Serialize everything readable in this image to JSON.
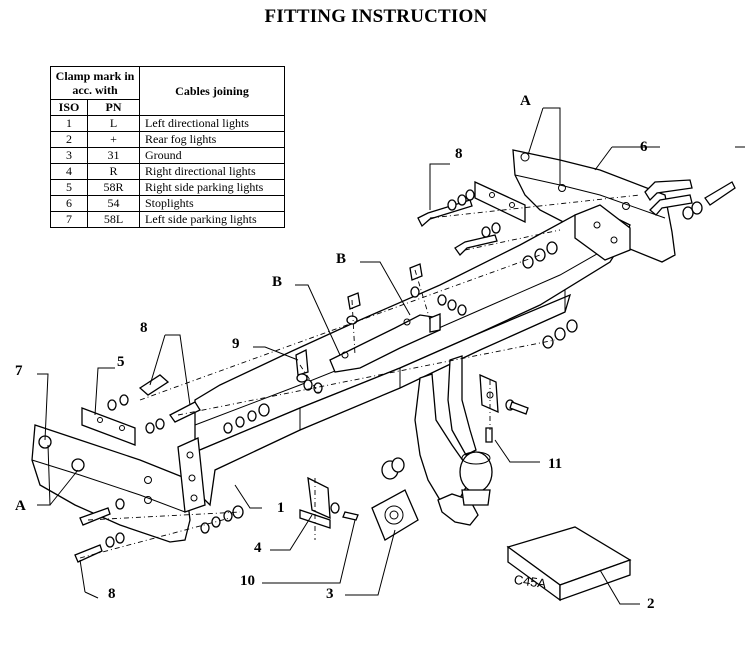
{
  "title": "FITTING INSTRUCTION",
  "table": {
    "header_clamp": "Clamp mark in acc. with",
    "header_cables": "Cables joining",
    "header_iso": "ISO",
    "header_pn": "PN",
    "rows": [
      {
        "iso": "1",
        "pn": "L",
        "cable": "Left directional lights"
      },
      {
        "iso": "2",
        "pn": "+",
        "cable": "Rear fog lights"
      },
      {
        "iso": "3",
        "pn": "31",
        "cable": "Ground"
      },
      {
        "iso": "4",
        "pn": "R",
        "cable": "Right directional lights"
      },
      {
        "iso": "5",
        "pn": "58R",
        "cable": "Right side parking lights"
      },
      {
        "iso": "6",
        "pn": "54",
        "cable": "Stoplights"
      },
      {
        "iso": "7",
        "pn": "58L",
        "cable": "Left side parking lights"
      }
    ]
  },
  "box_label": "C45A",
  "callouts": {
    "A_top": "A",
    "A_left": "A",
    "B_left": "B",
    "B_top": "B",
    "n1": "1",
    "n2": "2",
    "n3": "3",
    "n4": "4",
    "n5": "5",
    "n6": "6",
    "n7": "7",
    "n8_top": "8",
    "n8_mid": "8",
    "n8_bot": "8",
    "n9": "9",
    "n10": "10",
    "n11": "11"
  }
}
